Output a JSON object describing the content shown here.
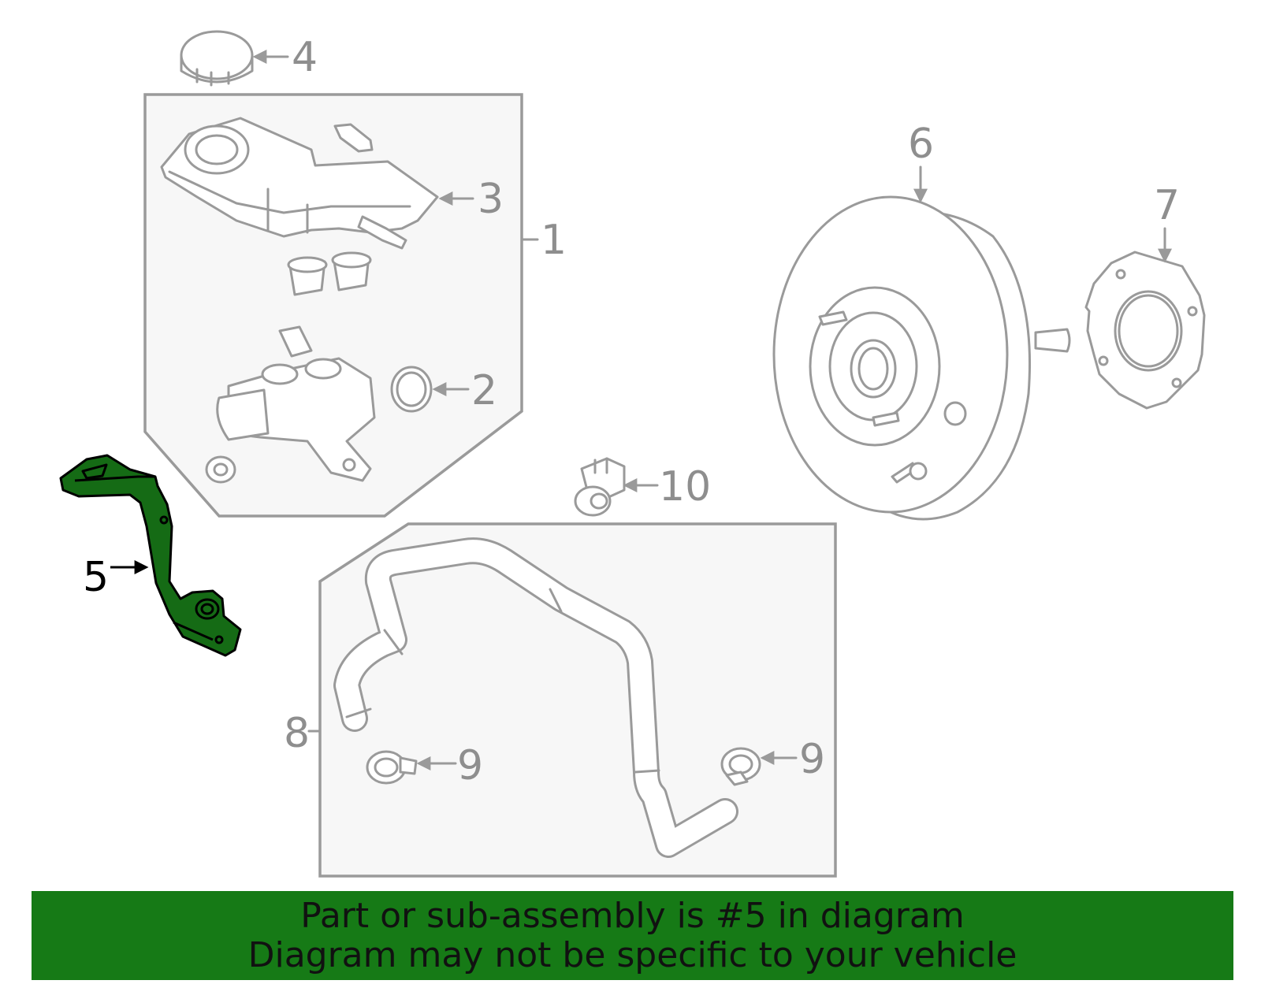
{
  "callouts": {
    "c1": "1",
    "c2": "2",
    "c3": "3",
    "c4": "4",
    "c5": "5",
    "c6": "6",
    "c7": "7",
    "c8": "8",
    "c9a": "9",
    "c9b": "9",
    "c10": "10"
  },
  "highlighted_part": "5",
  "colors": {
    "highlight": "#156b15",
    "banner": "#167a16",
    "line": "#9a9a9a",
    "box": "#f7f7f7"
  },
  "banner": {
    "line1": "Part or sub-assembly is #5 in diagram",
    "line2": "Diagram may not be specific to your vehicle"
  }
}
